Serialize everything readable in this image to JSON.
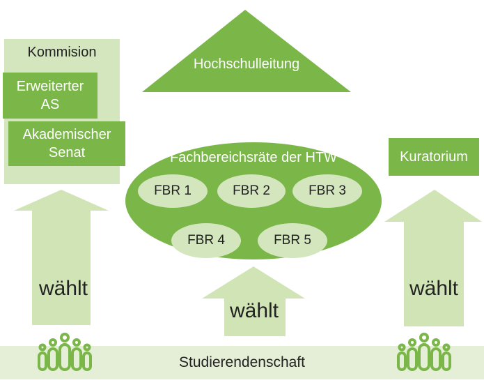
{
  "kommision": {
    "title": "Kommision",
    "erweiterter_as": [
      "Erweiterter",
      "AS"
    ],
    "akademischer_senat": [
      "Akademischer",
      "Senat"
    ]
  },
  "hochschulleitung": "Hochschulleitung",
  "kuratorium": "Kuratorium",
  "fachbereichsraete": {
    "title": "Fachbereichsräte der HTW",
    "items": [
      "FBR 1",
      "FBR 2",
      "FBR 3",
      "FBR 4",
      "FBR 5"
    ]
  },
  "arrows": {
    "left": "wählt",
    "center": "wählt",
    "right": "wählt"
  },
  "studierendenschaft": "Studierendenschaft",
  "colors": {
    "dark_green": "#7ab648",
    "light_green": "#d4e6be",
    "pale_green": "#e5efd7",
    "arrow_green": "#d0e4b6"
  }
}
